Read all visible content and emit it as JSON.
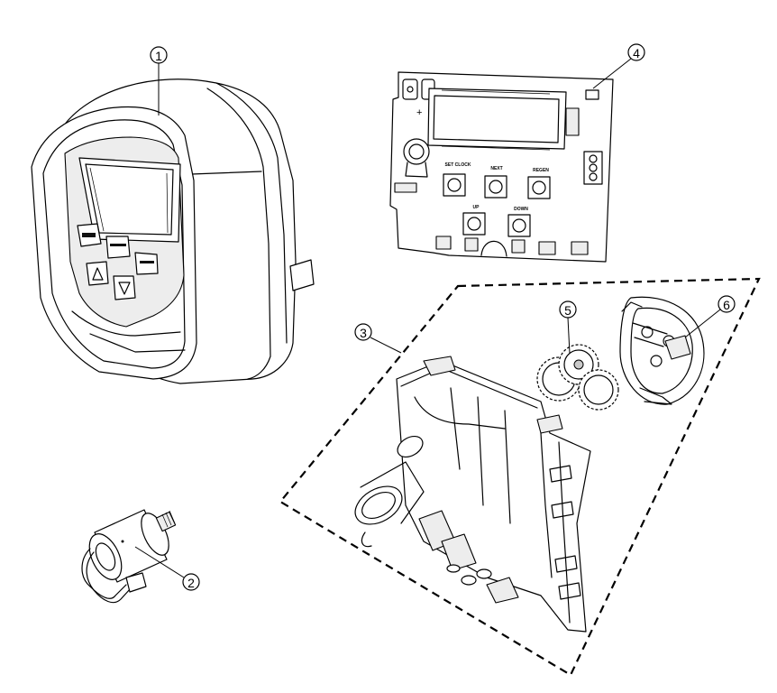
{
  "callouts": [
    {
      "label": "1",
      "part": "front-cover"
    },
    {
      "label": "2",
      "part": "drive-motor"
    },
    {
      "label": "3",
      "part": "drive-bracket-assembly"
    },
    {
      "label": "4",
      "part": "circuit-board"
    },
    {
      "label": "5",
      "part": "reduction-gears"
    },
    {
      "label": "6",
      "part": "gear-cover"
    }
  ],
  "board": {
    "buttons": [
      {
        "label": "SET CLOCK"
      },
      {
        "label": "NEXT"
      },
      {
        "label": "REGEN"
      },
      {
        "label": "UP"
      },
      {
        "label": "DOWN"
      }
    ],
    "polarity_mark": "+"
  },
  "colors": {
    "line": "#000000",
    "background": "#ffffff",
    "shade": "#ededed"
  }
}
